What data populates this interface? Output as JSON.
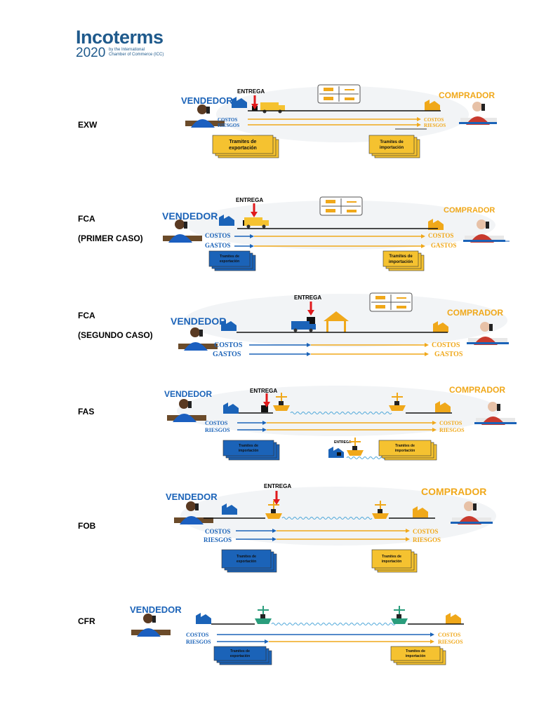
{
  "logo": {
    "brand": "Incoterms",
    "year": "2020",
    "tagline_line1": "by the International",
    "tagline_line2": "Chamber of Commerce (ICC)"
  },
  "colors": {
    "seller_blue": "#1b63b8",
    "buyer_orange": "#f0a81a",
    "doc_yellow": "#f5c230",
    "doc_blue": "#1b63b8",
    "arrow_red": "#e0191c",
    "ship_teal": "#2a9d7c"
  },
  "rows": [
    {
      "id": "exw",
      "label_lines": [
        "EXW"
      ],
      "seller": "VENDEDOR",
      "buyer": "COMPRADOR",
      "delivery": "ENTREGA",
      "seller_lines": [
        "COSTOS",
        "RIESGOS"
      ],
      "buyer_lines": [
        "COSTOS",
        "RIESGOS"
      ],
      "doc_left": [
        "Tramites de",
        "exportación"
      ],
      "doc_right": [
        "Tramites de",
        "importación"
      ],
      "icons": [
        "warehouse-icon",
        "truck-icon",
        "transport-modes-icon",
        "seller-person-icon",
        "buyer-person-icon"
      ]
    },
    {
      "id": "fca-1",
      "label_lines": [
        "FCA",
        "(PRIMER CASO)"
      ],
      "seller": "VENDEDOR",
      "buyer": "COMPRADOR",
      "delivery": "ENTREGA",
      "seller_lines": [
        "COSTOS",
        "GASTOS"
      ],
      "buyer_lines": [
        "COSTOS",
        "GASTOS"
      ],
      "doc_left": [
        "Tramites de",
        "exportación"
      ],
      "doc_right": [
        "Tramites de",
        "importación"
      ],
      "icons": [
        "warehouse-icon",
        "truck-icon",
        "transport-modes-icon"
      ]
    },
    {
      "id": "fca-2",
      "label_lines": [
        "FCA",
        "(SEGUNDO CASO)"
      ],
      "seller": "VENDEDOR",
      "buyer": "COMPRADOR",
      "delivery": "ENTREGA",
      "seller_lines": [
        "COSTOS",
        "GASTOS"
      ],
      "buyer_lines": [
        "COSTOS",
        "GASTOS"
      ],
      "icons": [
        "warehouse-icon",
        "truck-icon",
        "terminal-icon",
        "transport-modes-icon"
      ]
    },
    {
      "id": "fas",
      "label_lines": [
        "FAS"
      ],
      "seller": "VENDEDOR",
      "buyer": "COMPRADOR",
      "delivery": "ENTREGA",
      "seller_lines": [
        "COSTOS",
        "RIESGOS"
      ],
      "buyer_lines": [
        "COSTOS",
        "RIESGOS"
      ],
      "doc_left": [
        "Tramites de",
        "importación"
      ],
      "doc_right": [
        "Tramites de",
        "importación"
      ],
      "mini_delivery": "ENTREGA",
      "icons": [
        "warehouse-icon",
        "ship-icon",
        "port-crane-icon"
      ]
    },
    {
      "id": "fob",
      "label_lines": [
        "FOB"
      ],
      "seller": "VENDEDOR",
      "buyer": "COMPRADOR",
      "delivery": "ENTREGA",
      "seller_lines": [
        "COSTOS",
        "RIESGOS"
      ],
      "buyer_lines": [
        "COSTOS",
        "RIESGOS"
      ],
      "doc_left": [
        "Tramites de",
        "exportación"
      ],
      "doc_right": [
        "Tramites de",
        "importación"
      ],
      "icons": [
        "warehouse-icon",
        "ship-icon",
        "port-crane-icon"
      ]
    },
    {
      "id": "cfr",
      "label_lines": [
        "CFR"
      ],
      "seller": "VENDEDOR",
      "seller_lines": [
        "COSTOS",
        "RIESGOS"
      ],
      "buyer_lines": [
        "COSTOS",
        "RIESGOS"
      ],
      "doc_left": [
        "Tramites de",
        "exportación"
      ],
      "doc_right": [
        "Tramites de",
        "importación"
      ],
      "icons": [
        "warehouse-icon",
        "ship-icon"
      ]
    }
  ]
}
